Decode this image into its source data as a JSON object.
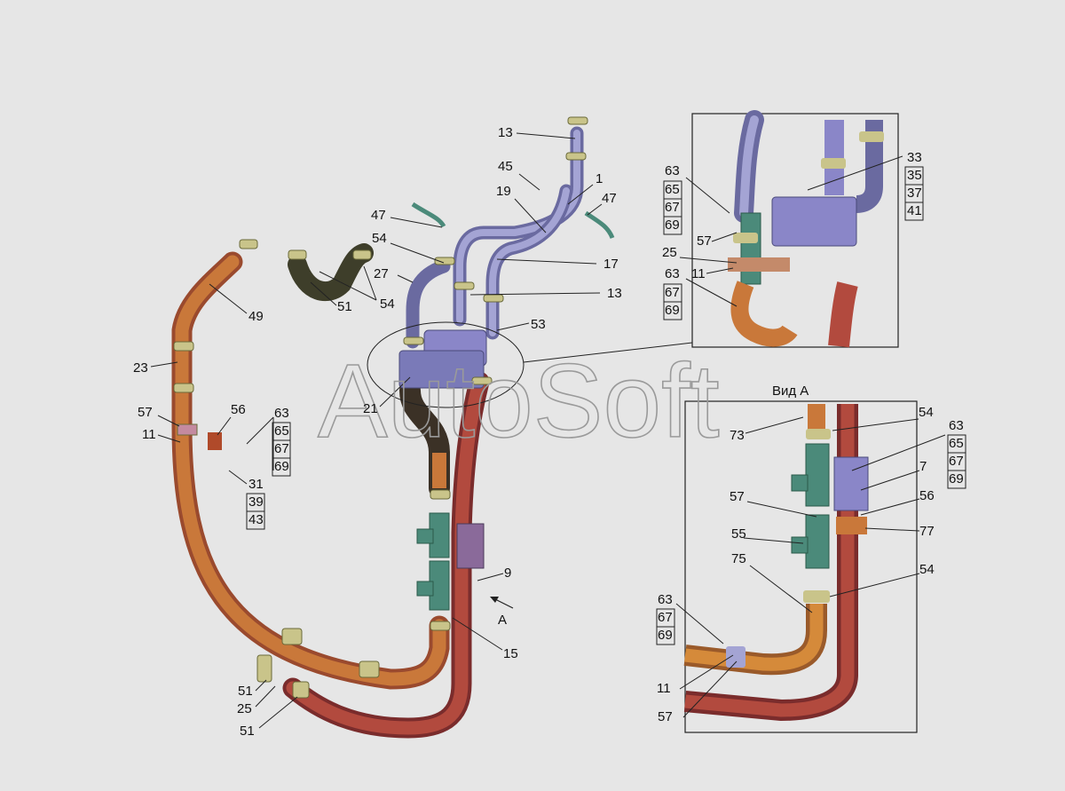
{
  "watermark": "AutoSoft",
  "view_a_title": "Вид А",
  "arrow_label": "A",
  "colors": {
    "background": "#e6e6e6",
    "hose_red": "#b04a3a",
    "hose_orange": "#c97a3a",
    "hose_blue": "#8e8ec0",
    "hose_dark": "#3e3e2a",
    "clamp": "#c9c48a",
    "fitting": "#4b8a7a",
    "valve": "#8a86c8"
  },
  "labels": {
    "l13a": "13",
    "l45": "45",
    "l1": "1",
    "l19": "19",
    "l47a": "47",
    "l47b": "47",
    "l54a": "54",
    "l27": "27",
    "l17": "17",
    "l13b": "13",
    "l51a": "51",
    "l54b": "54",
    "l53": "53",
    "l49": "49",
    "l23": "23",
    "l21": "21",
    "l57a": "57",
    "l11a": "11",
    "l56a": "56",
    "g1a": "63",
    "g1b": "65",
    "g1c": "67",
    "g1d": "69",
    "g2a": "31",
    "g2b": "39",
    "g2c": "43",
    "l9": "9",
    "l15": "15",
    "l51b": "51",
    "l25a": "25",
    "l51c": "51",
    "i_g1a": "63",
    "i_g1b": "65",
    "i_g1c": "67",
    "i_g1d": "69",
    "i_57": "57",
    "i_25": "25",
    "i_11": "11",
    "i_g2a": "63",
    "i_g2b": "67",
    "i_g2c": "69",
    "i_g3a": "33",
    "i_g3b": "35",
    "i_g3c": "37",
    "i_g3d": "41",
    "v_73": "73",
    "v_54a": "54",
    "v_g1a": "63",
    "v_g1b": "65",
    "v_g1c": "67",
    "v_g1d": "69",
    "v_7": "7",
    "v_57a": "57",
    "v_56": "56",
    "v_55": "55",
    "v_77": "77",
    "v_75": "75",
    "v_54b": "54",
    "v_g2a": "63",
    "v_g2b": "67",
    "v_g2c": "69",
    "v_11": "11",
    "v_57b": "57"
  }
}
